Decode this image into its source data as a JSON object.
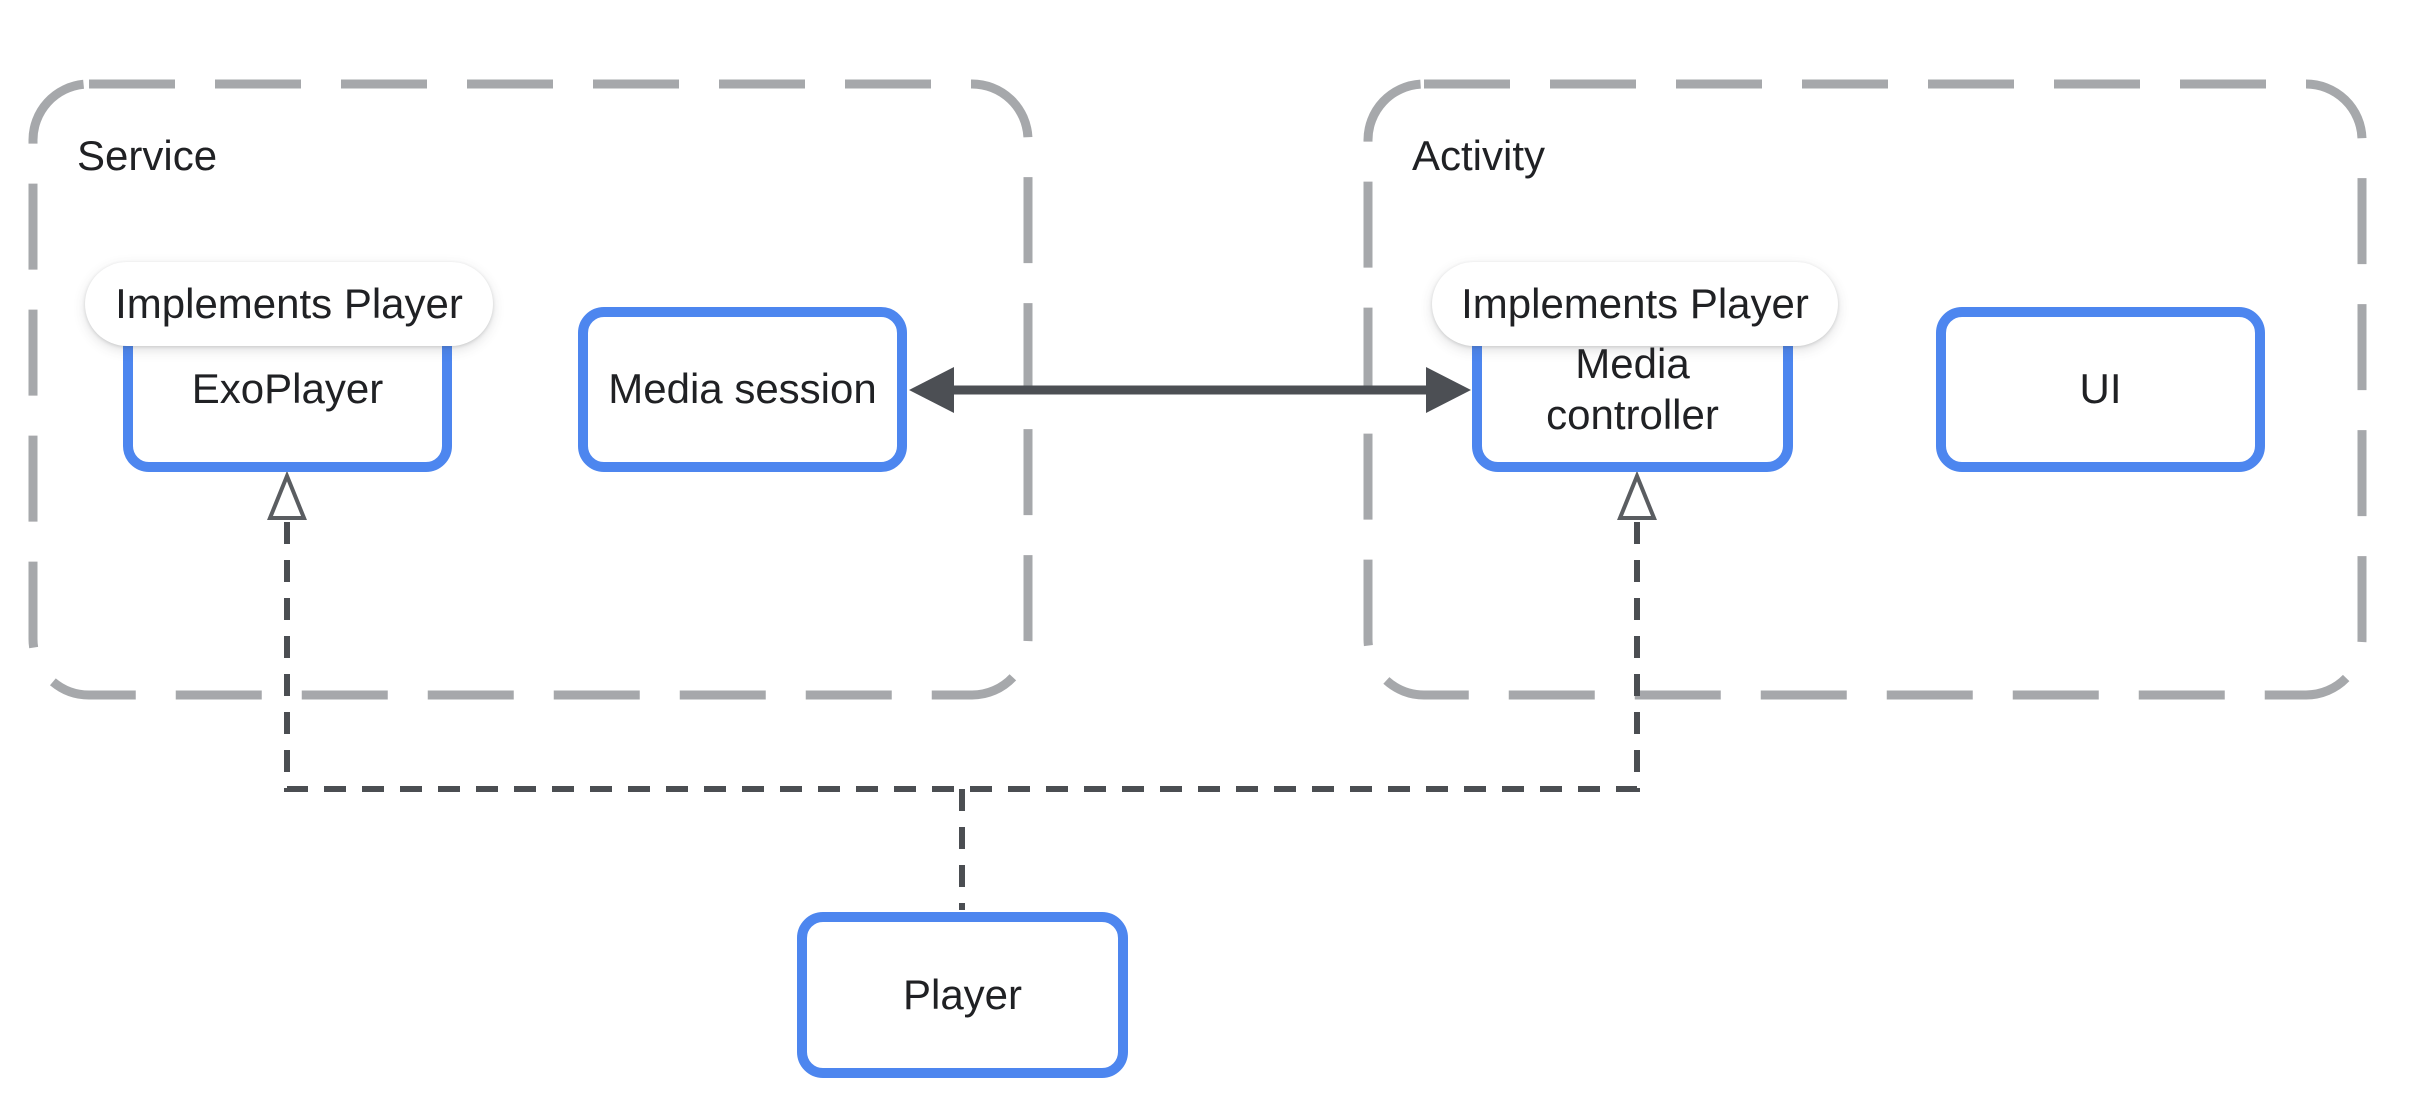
{
  "diagram": {
    "title_implicit": "Media app architecture diagram",
    "containers": {
      "service": {
        "label": "Service"
      },
      "activity": {
        "label": "Activity"
      }
    },
    "badges": {
      "service_badge": "Implements Player",
      "activity_badge": "Implements Player"
    },
    "boxes": {
      "exoplayer": "ExoPlayer",
      "media_session": "Media session",
      "media_controller": "Media\ncontroller",
      "ui": "UI",
      "player": "Player"
    },
    "connections": {
      "media_session_media_controller": "bidirectional solid arrow",
      "player_to_exoplayer": "dashed open-arrow (implements)",
      "player_to_media_controller": "dashed open-arrow (implements)"
    },
    "colors": {
      "box_border": "#4d86ef",
      "container_border": "#a6a8ab",
      "connector": "#4b4e52",
      "solid_arrow": "#4c4f54",
      "open_arrow_stroke": "#5a5d61",
      "open_arrow_fill": "#ffffff",
      "text": "#202124",
      "background": "#ffffff"
    }
  }
}
